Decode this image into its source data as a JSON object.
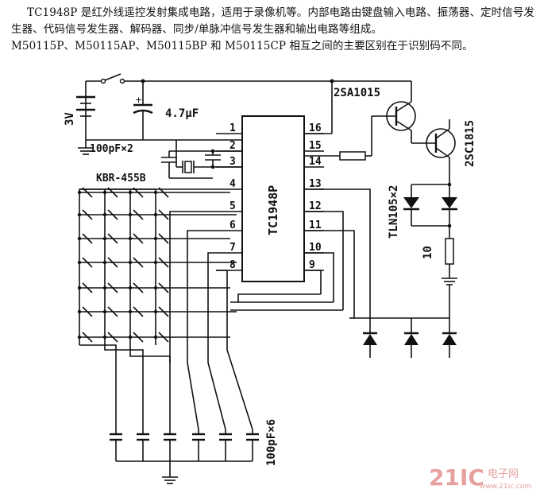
{
  "description": {
    "line1": "TC1948P 是红外线遥控发射集成电路，适用于录像机等。内部电路由键盘输入电路、振荡器、定时信号发生器、代码信号发生器、解码器、同步/单脉冲信号发生器和输出电路等组成。",
    "line2": "M50115P、M50115AP、M50115BP 和 M50115CP 相互之间的主要区别在于识别码不同。"
  },
  "labels": {
    "battery": "3V",
    "electrolytic_cap": "4.7μF",
    "osc_caps": "100pF×2",
    "resonator": "KBR-455B",
    "ic_name": "TC1948P",
    "transistor_q1": "2SA1015",
    "transistor_q2": "2SC1815",
    "led_pair": "TLN105×2",
    "resistor": "10",
    "bottom_caps": "100pF×6"
  },
  "pins_left": [
    "1",
    "2",
    "3",
    "4",
    "5",
    "6",
    "7",
    "8"
  ],
  "pins_right": [
    "16",
    "15",
    "14",
    "13",
    "12",
    "11",
    "10",
    "9"
  ],
  "watermark": {
    "brand": "21IC",
    "cn": "电子网",
    "url": "www.21ic.com"
  }
}
